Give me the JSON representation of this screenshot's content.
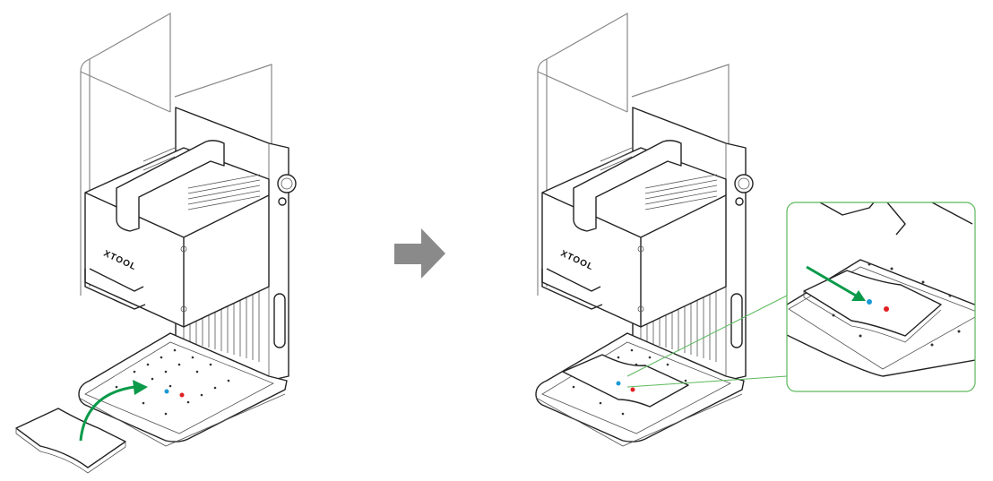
{
  "machine": {
    "brand_logo": "XTOOL"
  },
  "steps": [
    {
      "name": "place-material",
      "marker_colors": {
        "blue": "#1a9ad6",
        "red": "#e02020"
      }
    },
    {
      "name": "material-positioned",
      "marker_colors": {
        "blue": "#1a9ad6",
        "red": "#e02020"
      }
    }
  ],
  "colors": {
    "arrow_green": "#0a9a4a",
    "next_arrow": "#8a8a8a",
    "callout_border": "#5cb85c"
  }
}
